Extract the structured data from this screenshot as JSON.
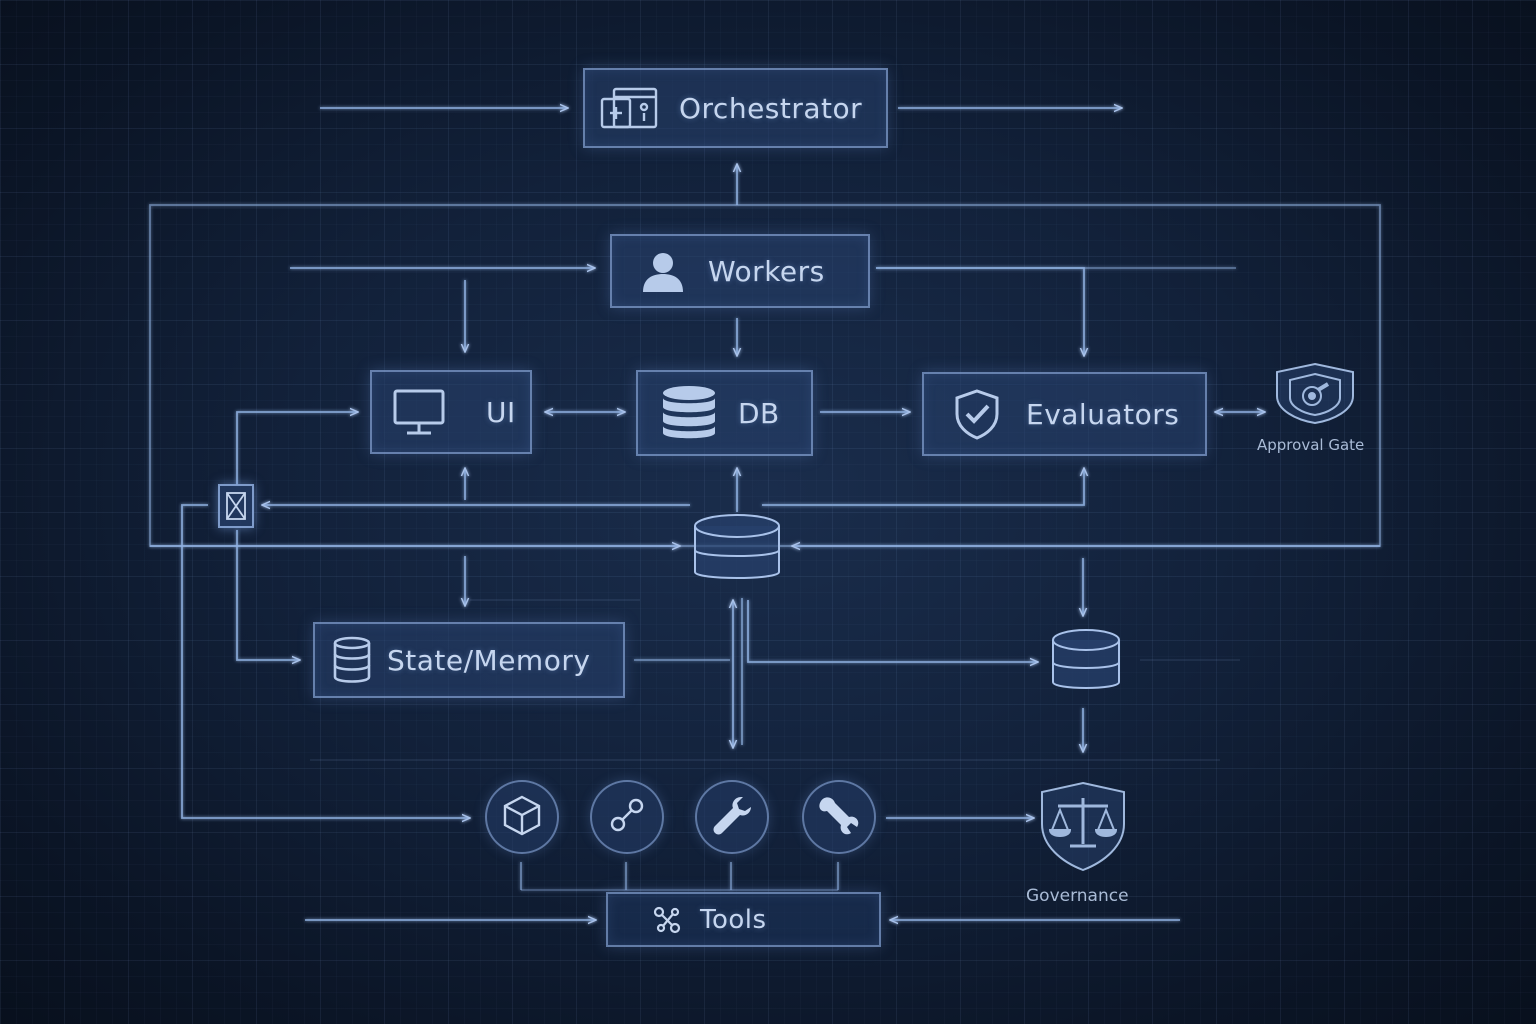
{
  "nodes": {
    "orchestrator": {
      "label": "Orchestrator",
      "icon": "dashboard-icon"
    },
    "workers": {
      "label": "Workers",
      "icon": "user-icon"
    },
    "ui": {
      "label": "UI",
      "icon": "monitor-icon"
    },
    "db": {
      "label": "DB",
      "icon": "database-icon"
    },
    "evaluators": {
      "label": "Evaluators",
      "icon": "shield-check-icon"
    },
    "approval_gate": {
      "label": "Approval Gate",
      "icon": "shield-wrench-icon"
    },
    "state_memory": {
      "label": "State/Memory",
      "icon": "database-icon"
    },
    "tools": {
      "label": "Tools",
      "icon": "tools-icon"
    },
    "governance": {
      "label": "Governance",
      "icon": "scales-shield-icon"
    }
  },
  "tool_icons": [
    "cube-icon",
    "link-icon",
    "wrench-icon",
    "spanner-icon"
  ],
  "colors": {
    "background": "#0b1526",
    "line": "#8fb0e0",
    "box_fill": "#28416e",
    "text": "#c6d6ef"
  }
}
